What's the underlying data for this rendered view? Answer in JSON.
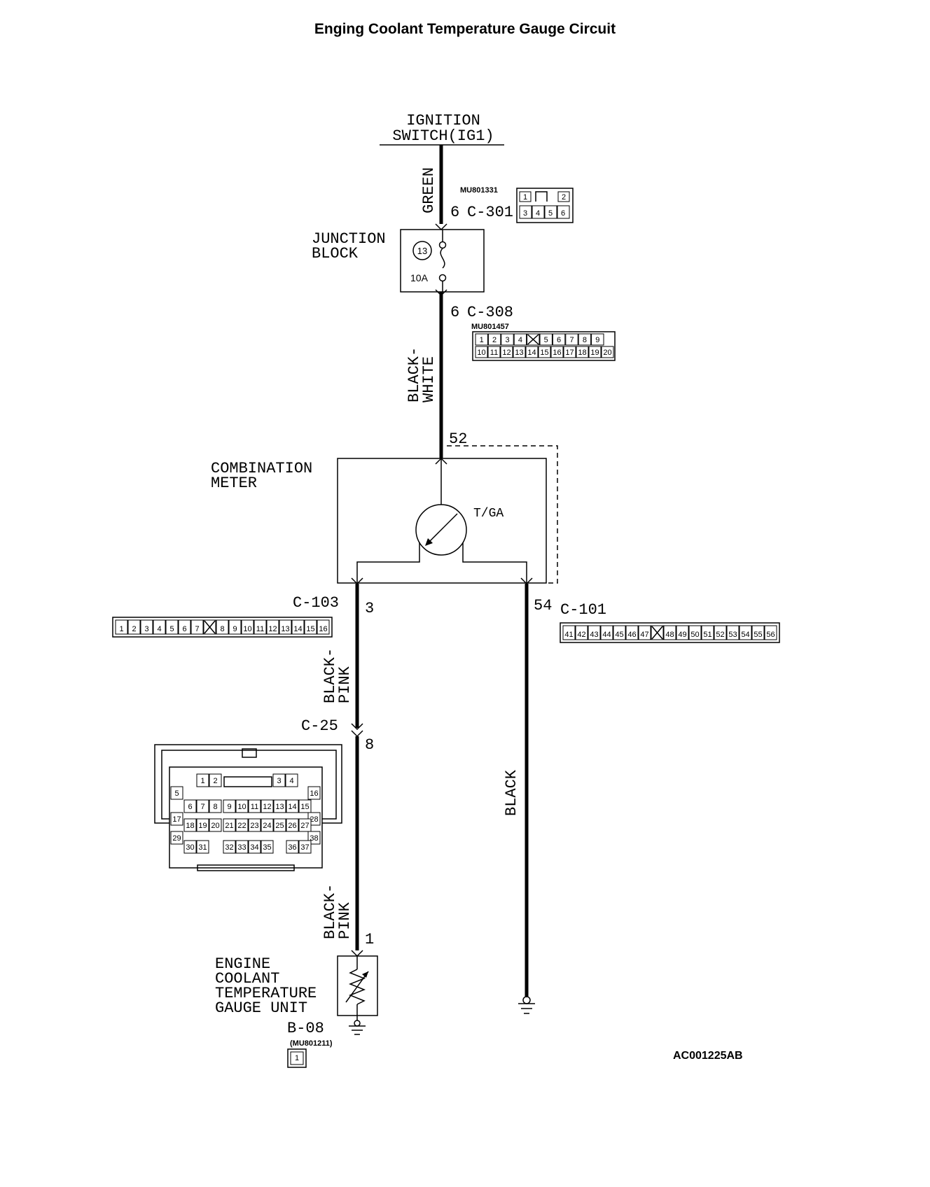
{
  "title": "Enging Coolant Temperature Gauge Circuit",
  "diagram_id": "AC001225AB",
  "ignition": {
    "line1": "IGNITION",
    "line2": "SWITCH(IG1)"
  },
  "junction_block": {
    "line1": "JUNCTION",
    "line2": "BLOCK",
    "fuse_number": "13",
    "fuse_rating": "10A"
  },
  "combination_meter": {
    "line1": "COMBINATION",
    "line2": "METER",
    "gauge": "T/GA"
  },
  "gauge_unit": {
    "line1": "ENGINE",
    "line2": "COOLANT",
    "line3": "TEMPERATURE",
    "line4": "GAUGE UNIT"
  },
  "wires": {
    "green": "GREEN",
    "black_white_1": "BLACK-",
    "black_white_2": "WHITE",
    "black_pink_1": "BLACK-",
    "black_pink_2": "PINK",
    "black": "BLACK"
  },
  "connectors": {
    "c301": {
      "name": "C-301",
      "pin": "6",
      "part": "MU801331",
      "pins_top": [
        "1",
        "",
        "2"
      ],
      "pins_bottom": [
        "3",
        "4",
        "5",
        "6"
      ]
    },
    "c308": {
      "name": "C-308",
      "pin": "6",
      "part": "MU801457",
      "pins_top": [
        "1",
        "2",
        "3",
        "4",
        "",
        "5",
        "6",
        "7",
        "8",
        "9"
      ],
      "pins_bottom": [
        "10",
        "11",
        "12",
        "13",
        "14",
        "15",
        "16",
        "17",
        "18",
        "19",
        "20"
      ]
    },
    "meter_pin_top": "52",
    "c103": {
      "name": "C-103",
      "pin": "3",
      "pins": [
        "1",
        "2",
        "3",
        "4",
        "5",
        "6",
        "7",
        "",
        "8",
        "9",
        "10",
        "11",
        "12",
        "13",
        "14",
        "15",
        "16"
      ]
    },
    "c101": {
      "name": "C-101",
      "pin": "54",
      "pins": [
        "41",
        "42",
        "43",
        "44",
        "45",
        "46",
        "47",
        "",
        "48",
        "49",
        "50",
        "51",
        "52",
        "53",
        "54",
        "55",
        "56"
      ]
    },
    "c25": {
      "name": "C-25",
      "pin": "8",
      "rows": [
        [
          "1",
          "2",
          "3",
          "4"
        ],
        [
          "5",
          "16"
        ],
        [
          "6",
          "7",
          "8",
          "9",
          "10",
          "11",
          "12",
          "13",
          "14",
          "15"
        ],
        [
          "17",
          "28"
        ],
        [
          "18",
          "19",
          "20",
          "21",
          "22",
          "23",
          "24",
          "25",
          "26",
          "27"
        ],
        [
          "29",
          "38"
        ],
        [
          "30",
          "31",
          "32",
          "33",
          "34",
          "35",
          "36",
          "37"
        ]
      ]
    },
    "gauge_pin": "1",
    "b08": {
      "name": "B-08",
      "part": "(MU801211)",
      "pin": "1"
    }
  }
}
